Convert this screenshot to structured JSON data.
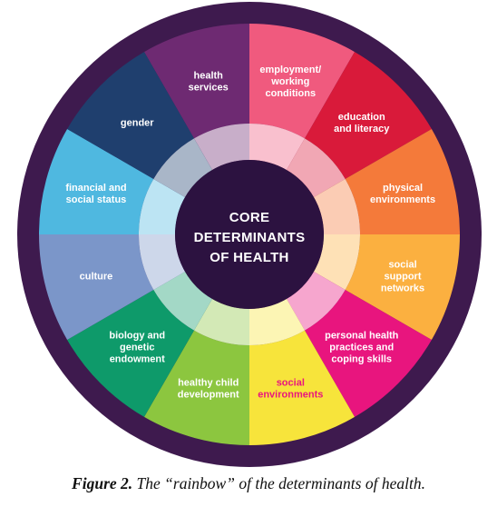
{
  "diagram": {
    "center_lines": [
      "CORE",
      "DETERMINANTS",
      "OF HEALTH"
    ],
    "colors": {
      "outer_ring": "#3e1a4e",
      "center": "#2c1240",
      "ring_tint": "#ffffff"
    },
    "segments": [
      {
        "lines": [
          "health",
          "services"
        ],
        "color": "#6e2a72",
        "text_color": "#ffffff"
      },
      {
        "lines": [
          "employment/",
          "working",
          "conditions"
        ],
        "color": "#f05a7e",
        "text_color": "#ffffff"
      },
      {
        "lines": [
          "education",
          "and literacy"
        ],
        "color": "#d91a3a",
        "text_color": "#ffffff"
      },
      {
        "lines": [
          "physical",
          "environments"
        ],
        "color": "#f47a3a",
        "text_color": "#ffffff"
      },
      {
        "lines": [
          "social",
          "support",
          "networks"
        ],
        "color": "#fbb040",
        "text_color": "#ffffff"
      },
      {
        "lines": [
          "personal health",
          "practices and",
          "coping skills"
        ],
        "color": "#e8157e",
        "text_color": "#ffffff"
      },
      {
        "lines": [
          "social",
          "environments"
        ],
        "color": "#f7e43b",
        "text_color": "#e8157e"
      },
      {
        "lines": [
          "healthy child",
          "development"
        ],
        "color": "#8cc63f",
        "text_color": "#ffffff"
      },
      {
        "lines": [
          "biology and",
          "genetic",
          "endowment"
        ],
        "color": "#0e9a6a",
        "text_color": "#ffffff"
      },
      {
        "lines": [
          "culture"
        ],
        "color": "#7b96c9",
        "text_color": "#ffffff"
      },
      {
        "lines": [
          "financial and",
          "social status"
        ],
        "color": "#4fb8e0",
        "text_color": "#ffffff"
      },
      {
        "lines": [
          "gender"
        ],
        "color": "#1f3f6e",
        "text_color": "#ffffff"
      }
    ]
  },
  "caption": {
    "label": "Figure 2.",
    "text": "The “rainbow” of the determinants of health."
  }
}
